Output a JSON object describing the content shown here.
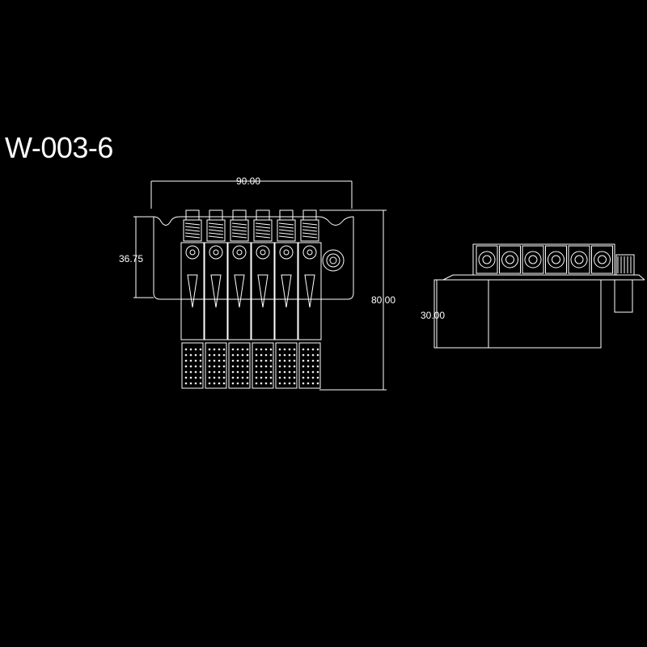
{
  "title": "W-003-6",
  "dimensions": {
    "width": "90.00",
    "bridge_height": "36.75",
    "total_length": "80.00",
    "side_height": "30.00"
  },
  "saddle_count": 6,
  "colors": {
    "background": "#000000",
    "lines": "#ffffff"
  }
}
